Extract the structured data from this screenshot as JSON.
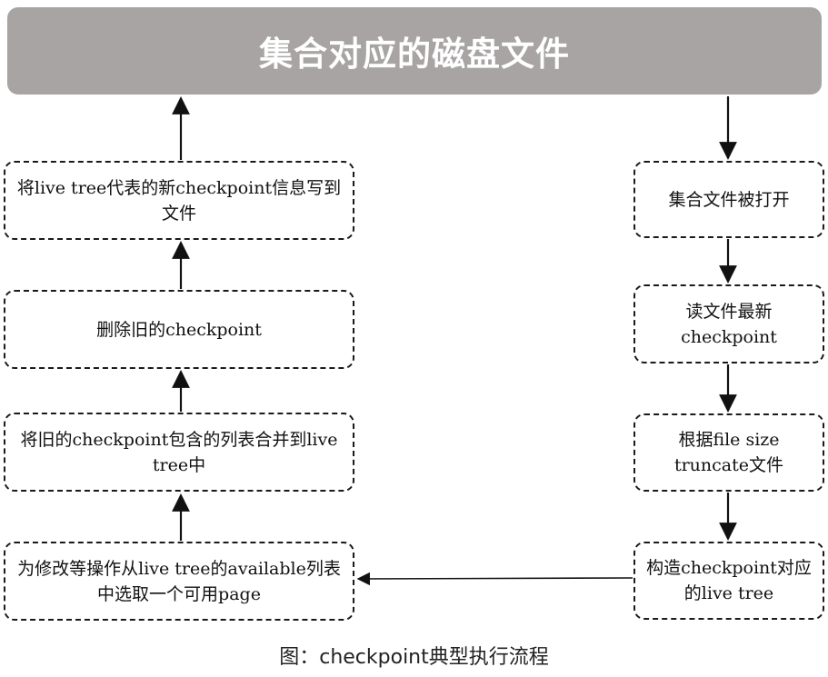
{
  "title": "集合对应的磁盘文件",
  "left_steps": [
    "将live tree代表的新checkpoint信息写到文件",
    "删除旧的checkpoint",
    "将旧的checkpoint包含的列表合并到live tree中",
    "为修改等操作从live tree的available列表中选取一个可用page"
  ],
  "right_steps": [
    "集合文件被打开",
    "读文件最新checkpoint",
    "根据file size truncate文件",
    "构造checkpoint对应的live tree"
  ],
  "caption": "图：checkpoint典型执行流程",
  "colors": {
    "banner": "#a7a4a3",
    "border": "#1a1a1a",
    "banner_text": "#ffffff"
  }
}
